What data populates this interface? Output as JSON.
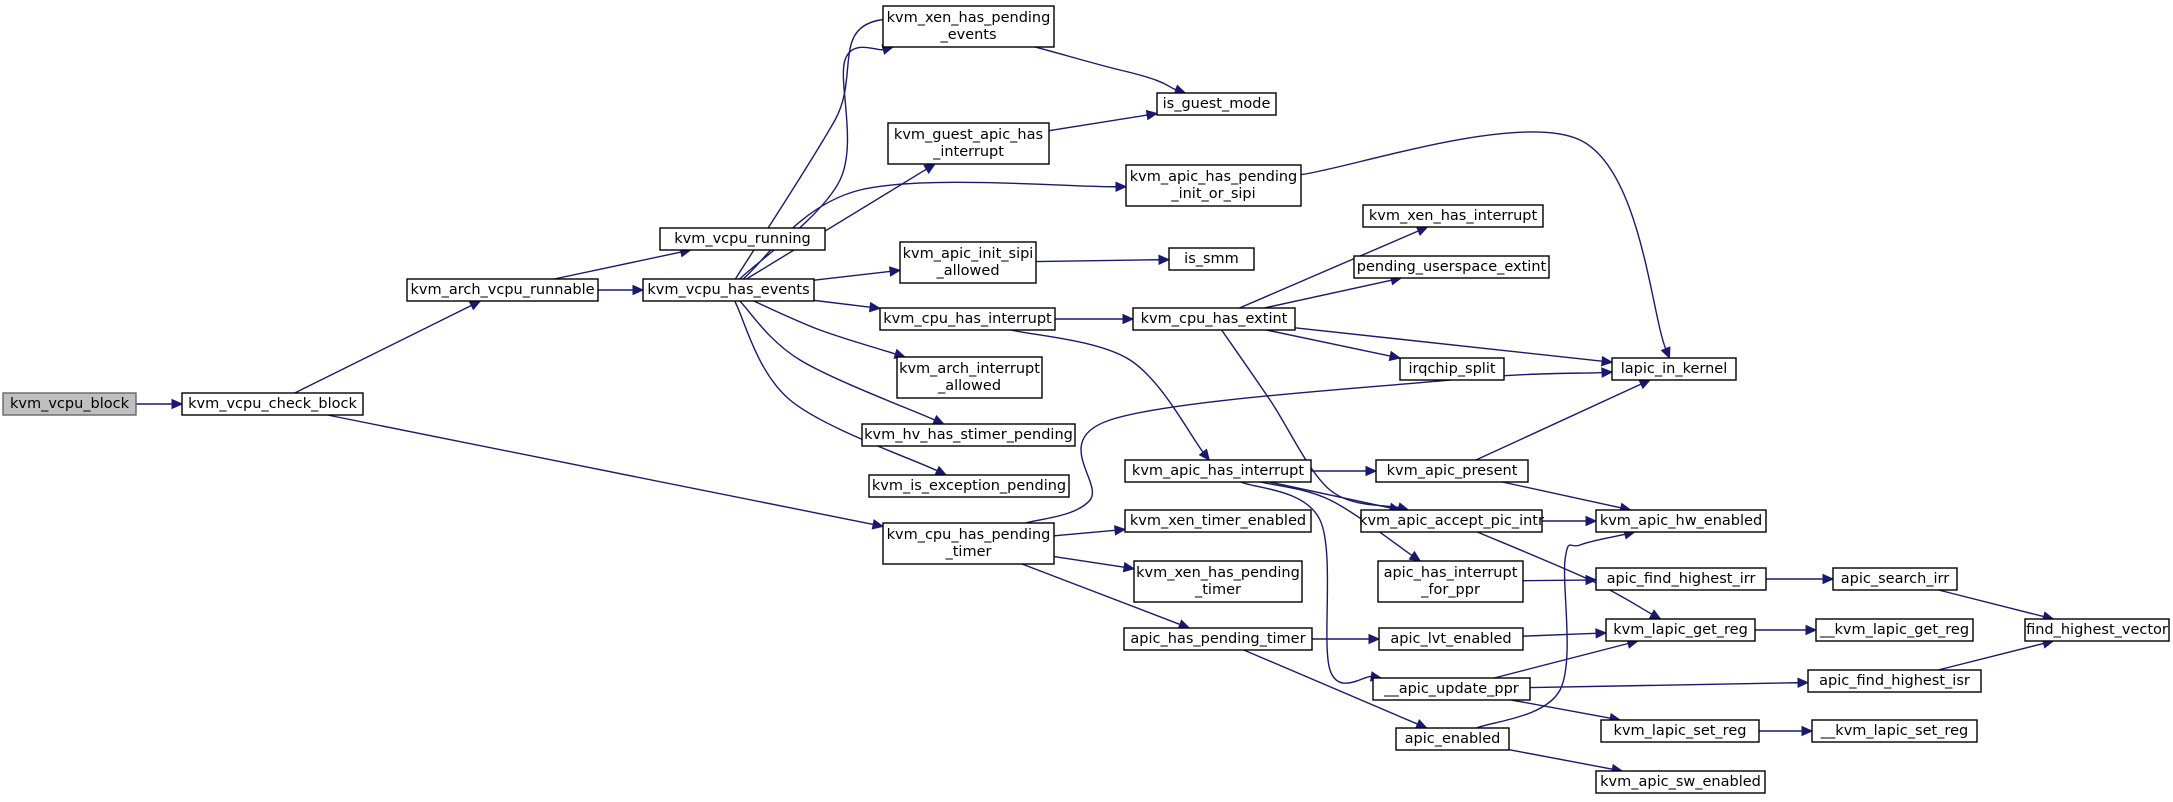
{
  "graph": {
    "edge_color": "#191970",
    "root_fill": "#bfbfbf",
    "nodes": {
      "kvm_vcpu_block": [
        "kvm_vcpu_block"
      ],
      "kvm_vcpu_check_block": [
        "kvm_vcpu_check_block"
      ],
      "kvm_arch_vcpu_runnable": [
        "kvm_arch_vcpu_runnable"
      ],
      "kvm_cpu_has_pending_timer": [
        "kvm_cpu_has_pending",
        "_timer"
      ],
      "kvm_vcpu_running": [
        "kvm_vcpu_running"
      ],
      "kvm_vcpu_has_events": [
        "kvm_vcpu_has_events"
      ],
      "kvm_xen_has_pending_events": [
        "kvm_xen_has_pending",
        "_events"
      ],
      "is_guest_mode": [
        "is_guest_mode"
      ],
      "kvm_guest_apic_has_interrupt": [
        "kvm_guest_apic_has",
        "_interrupt"
      ],
      "kvm_apic_has_pending_init_or_sipi": [
        "kvm_apic_has_pending",
        "_init_or_sipi"
      ],
      "kvm_apic_init_sipi_allowed": [
        "kvm_apic_init_sipi",
        "_allowed"
      ],
      "is_smm": [
        "is_smm"
      ],
      "kvm_cpu_has_interrupt": [
        "kvm_cpu_has_interrupt"
      ],
      "kvm_cpu_has_extint": [
        "kvm_cpu_has_extint"
      ],
      "kvm_xen_has_interrupt": [
        "kvm_xen_has_interrupt"
      ],
      "pending_userspace_extint": [
        "pending_userspace_extint"
      ],
      "irqchip_split": [
        "irqchip_split"
      ],
      "lapic_in_kernel": [
        "lapic_in_kernel"
      ],
      "kvm_arch_interrupt_allowed": [
        "kvm_arch_interrupt",
        "_allowed"
      ],
      "kvm_hv_has_stimer_pending": [
        "kvm_hv_has_stimer_pending"
      ],
      "kvm_is_exception_pending": [
        "kvm_is_exception_pending"
      ],
      "kvm_apic_has_interrupt": [
        "kvm_apic_has_interrupt"
      ],
      "kvm_apic_present": [
        "kvm_apic_present"
      ],
      "kvm_apic_accept_pic_intr": [
        "kvm_apic_accept_pic_intr"
      ],
      "kvm_apic_hw_enabled": [
        "kvm_apic_hw_enabled"
      ],
      "kvm_xen_timer_enabled": [
        "kvm_xen_timer_enabled"
      ],
      "kvm_xen_has_pending_timer": [
        "kvm_xen_has_pending",
        "_timer"
      ],
      "apic_has_interrupt_for_ppr": [
        "apic_has_interrupt",
        "_for_ppr"
      ],
      "apic_find_highest_irr": [
        "apic_find_highest_irr"
      ],
      "apic_search_irr": [
        "apic_search_irr"
      ],
      "find_highest_vector": [
        "find_highest_vector"
      ],
      "kvm_lapic_get_reg": [
        "kvm_lapic_get_reg"
      ],
      "__kvm_lapic_get_reg": [
        "__kvm_lapic_get_reg"
      ],
      "apic_has_pending_timer": [
        "apic_has_pending_timer"
      ],
      "apic_lvt_enabled": [
        "apic_lvt_enabled"
      ],
      "__apic_update_ppr": [
        "__apic_update_ppr"
      ],
      "apic_find_highest_isr": [
        "apic_find_highest_isr"
      ],
      "kvm_lapic_set_reg": [
        "kvm_lapic_set_reg"
      ],
      "__kvm_lapic_set_reg": [
        "__kvm_lapic_set_reg"
      ],
      "apic_enabled": [
        "apic_enabled"
      ],
      "kvm_apic_sw_enabled": [
        "kvm_apic_sw_enabled"
      ]
    },
    "edges": [
      [
        "kvm_vcpu_block",
        "kvm_vcpu_check_block"
      ],
      [
        "kvm_vcpu_check_block",
        "kvm_arch_vcpu_runnable"
      ],
      [
        "kvm_vcpu_check_block",
        "kvm_cpu_has_pending_timer"
      ],
      [
        "kvm_arch_vcpu_runnable",
        "kvm_vcpu_running"
      ],
      [
        "kvm_arch_vcpu_runnable",
        "kvm_vcpu_has_events"
      ],
      [
        "kvm_vcpu_has_events",
        "kvm_xen_has_pending_events"
      ],
      [
        "kvm_vcpu_has_events",
        "is_guest_mode"
      ],
      [
        "kvm_vcpu_has_events",
        "kvm_guest_apic_has_interrupt"
      ],
      [
        "kvm_vcpu_has_events",
        "kvm_apic_has_pending_init_or_sipi"
      ],
      [
        "kvm_vcpu_has_events",
        "kvm_apic_init_sipi_allowed"
      ],
      [
        "kvm_vcpu_has_events",
        "kvm_cpu_has_interrupt"
      ],
      [
        "kvm_vcpu_has_events",
        "kvm_arch_interrupt_allowed"
      ],
      [
        "kvm_vcpu_has_events",
        "kvm_hv_has_stimer_pending"
      ],
      [
        "kvm_vcpu_has_events",
        "kvm_is_exception_pending"
      ],
      [
        "kvm_guest_apic_has_interrupt",
        "is_guest_mode"
      ],
      [
        "kvm_apic_has_pending_init_or_sipi",
        "lapic_in_kernel"
      ],
      [
        "kvm_apic_init_sipi_allowed",
        "is_smm"
      ],
      [
        "kvm_cpu_has_interrupt",
        "kvm_cpu_has_extint"
      ],
      [
        "kvm_cpu_has_interrupt",
        "kvm_apic_has_interrupt"
      ],
      [
        "kvm_cpu_has_extint",
        "kvm_xen_has_interrupt"
      ],
      [
        "kvm_cpu_has_extint",
        "pending_userspace_extint"
      ],
      [
        "kvm_cpu_has_extint",
        "irqchip_split"
      ],
      [
        "kvm_cpu_has_extint",
        "lapic_in_kernel"
      ],
      [
        "kvm_cpu_has_extint",
        "kvm_apic_accept_pic_intr"
      ],
      [
        "kvm_cpu_has_pending_timer",
        "lapic_in_kernel"
      ],
      [
        "kvm_cpu_has_pending_timer",
        "kvm_xen_timer_enabled"
      ],
      [
        "kvm_cpu_has_pending_timer",
        "kvm_xen_has_pending_timer"
      ],
      [
        "kvm_cpu_has_pending_timer",
        "apic_has_pending_timer"
      ],
      [
        "kvm_apic_has_interrupt",
        "kvm_apic_present"
      ],
      [
        "kvm_apic_has_interrupt",
        "kvm_apic_accept_pic_intr"
      ],
      [
        "kvm_apic_has_interrupt",
        "apic_has_interrupt_for_ppr"
      ],
      [
        "kvm_apic_has_interrupt",
        "__apic_update_ppr"
      ],
      [
        "kvm_apic_present",
        "lapic_in_kernel"
      ],
      [
        "kvm_apic_present",
        "kvm_apic_hw_enabled"
      ],
      [
        "kvm_apic_accept_pic_intr",
        "kvm_apic_hw_enabled"
      ],
      [
        "kvm_apic_accept_pic_intr",
        "kvm_lapic_get_reg"
      ],
      [
        "apic_has_interrupt_for_ppr",
        "apic_find_highest_irr"
      ],
      [
        "apic_find_highest_irr",
        "apic_search_irr"
      ],
      [
        "apic_search_irr",
        "find_highest_vector"
      ],
      [
        "apic_has_pending_timer",
        "apic_lvt_enabled"
      ],
      [
        "apic_has_pending_timer",
        "apic_enabled"
      ],
      [
        "apic_lvt_enabled",
        "kvm_lapic_get_reg"
      ],
      [
        "kvm_lapic_get_reg",
        "__kvm_lapic_get_reg"
      ],
      [
        "__apic_update_ppr",
        "kvm_lapic_get_reg"
      ],
      [
        "__apic_update_ppr",
        "apic_find_highest_isr"
      ],
      [
        "__apic_update_ppr",
        "kvm_lapic_set_reg"
      ],
      [
        "apic_find_highest_isr",
        "find_highest_vector"
      ],
      [
        "kvm_lapic_set_reg",
        "__kvm_lapic_set_reg"
      ],
      [
        "apic_enabled",
        "kvm_apic_hw_enabled"
      ],
      [
        "apic_enabled",
        "kvm_apic_sw_enabled"
      ]
    ]
  }
}
